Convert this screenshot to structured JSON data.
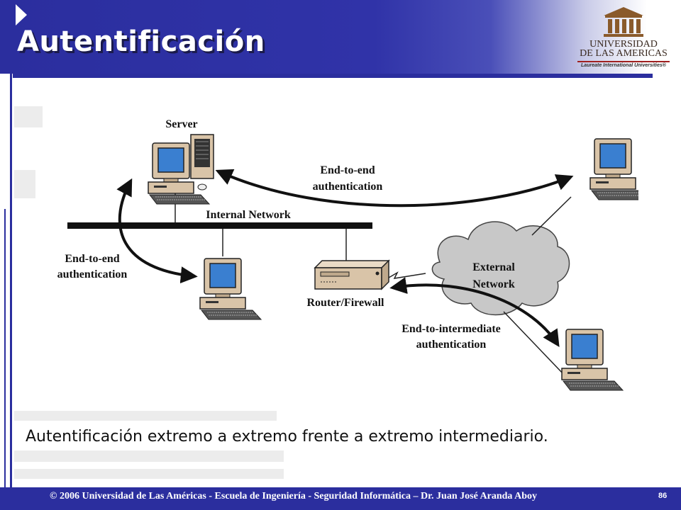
{
  "slide": {
    "title": "Autentificación",
    "caption": "Autentificación extremo a extremo frente a extremo intermediario.",
    "footer": "© 2006 Universidad de Las Américas  -  Escuela de Ingeniería  -  Seguridad Informática – Dr. Juan José Aranda Aboy",
    "page_number": "86"
  },
  "logo": {
    "line1": "UNIVERSIDAD",
    "line2": "DE LAS AMERICAS",
    "line3": "Laureate International Universities®"
  },
  "diagram": {
    "server": "Server",
    "internal_network": "Internal Network",
    "router": "Router/Firewall",
    "external_network_1": "External",
    "external_network_2": "Network",
    "e2e_top_1": "End-to-end",
    "e2e_top_2": "authentication",
    "e2e_left_1": "End-to-end",
    "e2e_left_2": "authentication",
    "e2i_1": "End-to-intermediate",
    "e2i_2": "authentication"
  },
  "colors": {
    "brand_blue": "#2b2e9e",
    "logo_brown": "#8a5a2b",
    "screen_blue": "#3a7fd0"
  }
}
